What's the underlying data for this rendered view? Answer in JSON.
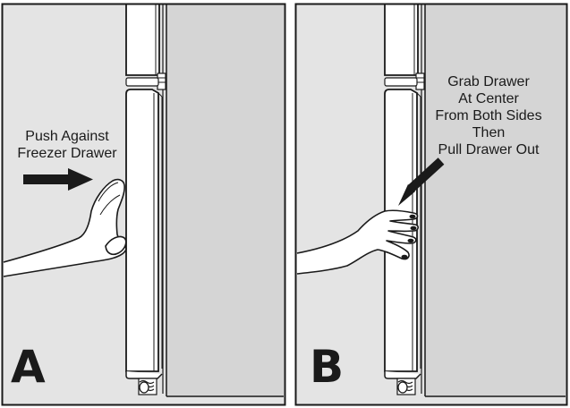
{
  "panels": [
    {
      "id": "A",
      "letter": "A",
      "caption_lines": [
        "Push Against",
        "Freezer Drawer"
      ]
    },
    {
      "id": "B",
      "letter": "B",
      "caption_lines": [
        "Grab Drawer",
        "At Center",
        "From Both Sides",
        "Then",
        "Pull Drawer Out"
      ]
    }
  ],
  "colors": {
    "wall": "#e4e4e4",
    "door_side": "#d5d5d5",
    "outline": "#1a1a1a",
    "drawer": "#ffffff"
  }
}
